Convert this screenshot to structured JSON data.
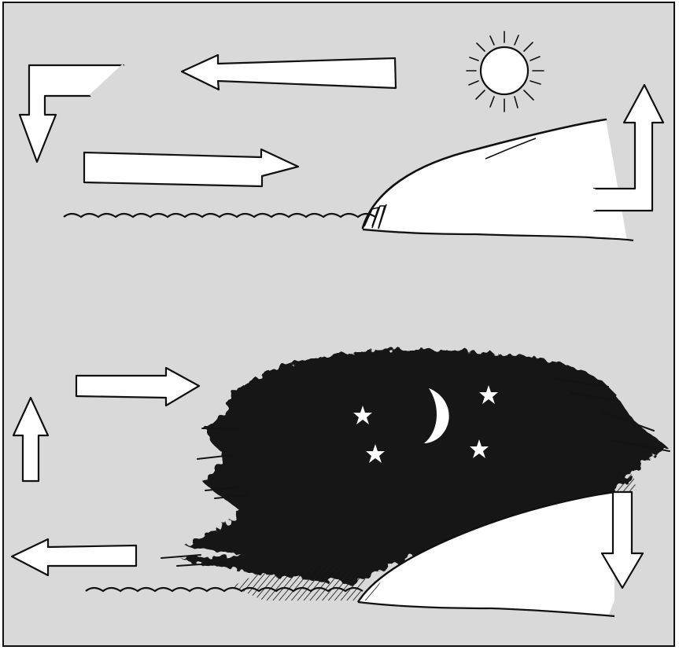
{
  "diagram": {
    "panels": [
      {
        "id": "day",
        "scene": "sea-breeze",
        "sky": "day",
        "celestial": [
          "sun-icon"
        ],
        "circulation": [
          "arrow-west",
          "arrow-down",
          "arrow-east",
          "arrow-up"
        ]
      },
      {
        "id": "night",
        "scene": "land-breeze",
        "sky": "night",
        "celestial": [
          "moon-icon",
          "star-icon",
          "star-icon",
          "star-icon",
          "star-icon"
        ],
        "circulation": [
          "arrow-east",
          "arrow-down",
          "arrow-west",
          "arrow-up"
        ]
      }
    ],
    "colors": {
      "background": "#d9d9d9",
      "ink": "#111111",
      "fill": "#ffffff",
      "night_sky": "#141414"
    }
  }
}
